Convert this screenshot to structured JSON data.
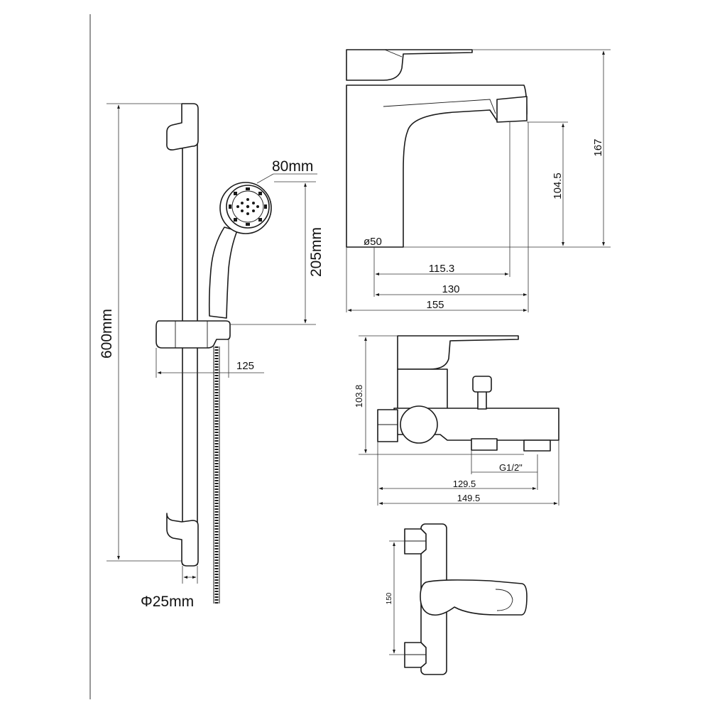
{
  "shower_set": {
    "height_label": "600mm",
    "head_diameter_label": "80mm",
    "head_drop_label": "205mm",
    "holder_width_label": "125",
    "rail_diameter_label": "Φ25mm"
  },
  "basin_mixer": {
    "height_label": "167",
    "spout_height_label": "104.5",
    "base_diameter_label": "ø50",
    "spout_reach_label": "115.3",
    "overall_130_label": "130",
    "overall_155_label": "155"
  },
  "bath_mixer": {
    "height_label": "103.8",
    "thread_label": "G1/2\"",
    "width_129_label": "129.5",
    "width_149_label": "149.5"
  },
  "shower_mixer": {
    "centers_label": "150"
  }
}
